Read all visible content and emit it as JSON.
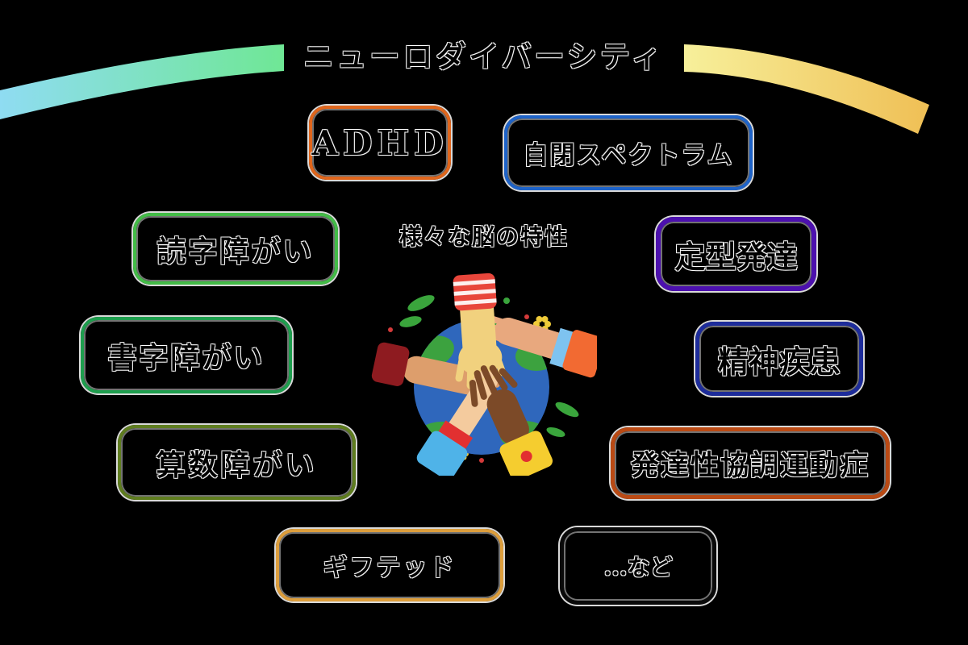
{
  "background_color": "#000000",
  "title": {
    "text": "ニューロダイバーシティ"
  },
  "rainbow_arc": {
    "left_segment_colors": [
      "#8FDCF2",
      "#6FE795"
    ],
    "right_segment_colors": [
      "#F7F09B",
      "#EFBF55"
    ]
  },
  "center": {
    "caption": "様々な脳の特性",
    "illustration": "five-hands-joining-over-globe"
  },
  "boxes": [
    {
      "label": "ADHD",
      "border_color": "#E0661C"
    },
    {
      "label": "自閉スペクトラム",
      "border_color": "#1E63C8"
    },
    {
      "label": "読字障がい",
      "border_color": "#43BB47"
    },
    {
      "label": "定型発達",
      "border_color": "#4C10AE"
    },
    {
      "label": "書字障がい",
      "border_color": "#1E9E4E"
    },
    {
      "label": "精神疾患",
      "border_color": "#1D2C9B"
    },
    {
      "label": "算数障がい",
      "border_color": "#5F7D1F"
    },
    {
      "label": "発達性協調運動症",
      "border_color": "#BA4A14"
    },
    {
      "label": "ギフテッド",
      "border_color": "#DD9E3C"
    },
    {
      "label": "...など",
      "border_color": "#0A0A0A"
    }
  ]
}
